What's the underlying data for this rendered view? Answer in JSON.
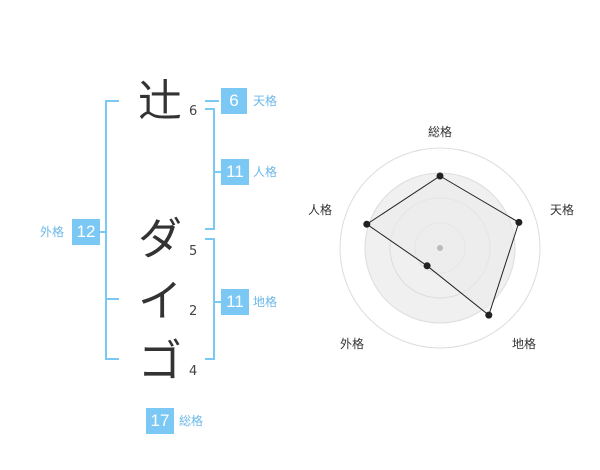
{
  "name": {
    "chars": [
      {
        "char": "辻",
        "strokes": "6"
      },
      {
        "char": "ダ",
        "strokes": "5"
      },
      {
        "char": "イ",
        "strokes": "2"
      },
      {
        "char": "ゴ",
        "strokes": "4"
      }
    ]
  },
  "fortune": {
    "tenkaku": {
      "value": "6",
      "label": "天格"
    },
    "jinkaku": {
      "value": "11",
      "label": "人格"
    },
    "chikaku": {
      "value": "11",
      "label": "地格"
    },
    "gaikaku": {
      "value": "12",
      "label": "外格"
    },
    "soukaku": {
      "value": "17",
      "label": "総格"
    }
  },
  "colors": {
    "accent": "#7cc8f5",
    "accent_text": "#6cb8e8",
    "radar_fill": "#f0f0f0",
    "radar_line": "#222222"
  },
  "chart_data": {
    "type": "radar",
    "axes": [
      "総格",
      "天格",
      "地格",
      "外格",
      "人格"
    ],
    "values": [
      0.72,
      0.83,
      0.83,
      0.22,
      0.77
    ],
    "max": 1,
    "rings": 4
  }
}
